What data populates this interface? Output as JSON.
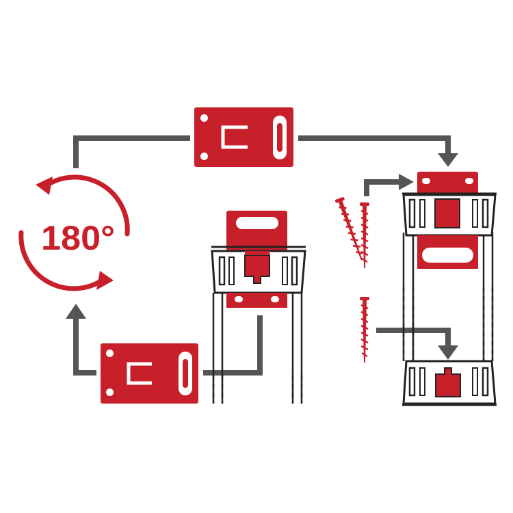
{
  "rotation": {
    "label": "180°"
  },
  "colors": {
    "accent_red": "#c8202a",
    "arrow_gray": "#555555",
    "outline_black": "#222222",
    "background": "#ffffff"
  },
  "icons": {
    "rotate": "rotate-180-icon",
    "screw": "screw-icon",
    "bracket": "red-bracket-plate",
    "arrow": "flow-arrow"
  }
}
